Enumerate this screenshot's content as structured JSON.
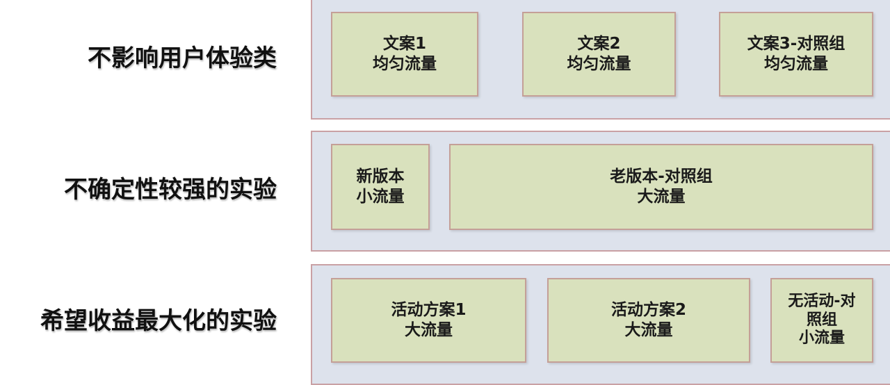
{
  "colors": {
    "panel_bg": "#dde2ec",
    "panel_border": "#c9a0a4",
    "box_bg": "#d9e1bd",
    "box_border": "#c49f97",
    "text": "#111111"
  },
  "rows": [
    {
      "label": "不影响用户体验类",
      "boxes": [
        {
          "lines": [
            "文案1",
            "均匀流量"
          ]
        },
        {
          "lines": [
            "文案2",
            "均匀流量"
          ]
        },
        {
          "lines": [
            "文案3-对照组",
            "均匀流量"
          ]
        }
      ]
    },
    {
      "label": "不确定性较强的实验",
      "boxes": [
        {
          "lines": [
            "新版本",
            "小流量"
          ]
        },
        {
          "lines": [
            "老版本-对照组",
            "大流量"
          ]
        }
      ]
    },
    {
      "label": "希望收益最大化的实验",
      "boxes": [
        {
          "lines": [
            "活动方案1",
            "大流量"
          ]
        },
        {
          "lines": [
            "活动方案2",
            "大流量"
          ]
        },
        {
          "lines": [
            "无活动-对",
            "照组",
            "小流量"
          ]
        }
      ]
    }
  ]
}
